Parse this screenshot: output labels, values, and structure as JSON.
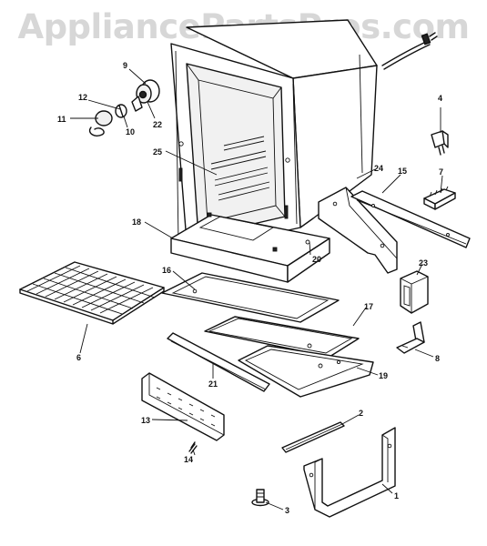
{
  "watermark": "AppliancePartsPros.com",
  "callouts": [
    {
      "id": "1",
      "label": "1"
    },
    {
      "id": "2",
      "label": "2"
    },
    {
      "id": "3",
      "label": "3"
    },
    {
      "id": "4",
      "label": "4"
    },
    {
      "id": "6",
      "label": "6"
    },
    {
      "id": "7",
      "label": "7"
    },
    {
      "id": "8",
      "label": "8"
    },
    {
      "id": "9",
      "label": "9"
    },
    {
      "id": "10",
      "label": "10"
    },
    {
      "id": "11",
      "label": "11"
    },
    {
      "id": "12",
      "label": "12"
    },
    {
      "id": "13",
      "label": "13"
    },
    {
      "id": "14",
      "label": "14"
    },
    {
      "id": "15",
      "label": "15"
    },
    {
      "id": "16",
      "label": "16"
    },
    {
      "id": "17",
      "label": "17"
    },
    {
      "id": "18",
      "label": "18"
    },
    {
      "id": "19",
      "label": "19"
    },
    {
      "id": "20",
      "label": "20"
    },
    {
      "id": "21",
      "label": "21"
    },
    {
      "id": "22",
      "label": "22"
    },
    {
      "id": "23",
      "label": "23"
    },
    {
      "id": "24",
      "label": "24"
    },
    {
      "id": "25",
      "label": "25"
    }
  ]
}
